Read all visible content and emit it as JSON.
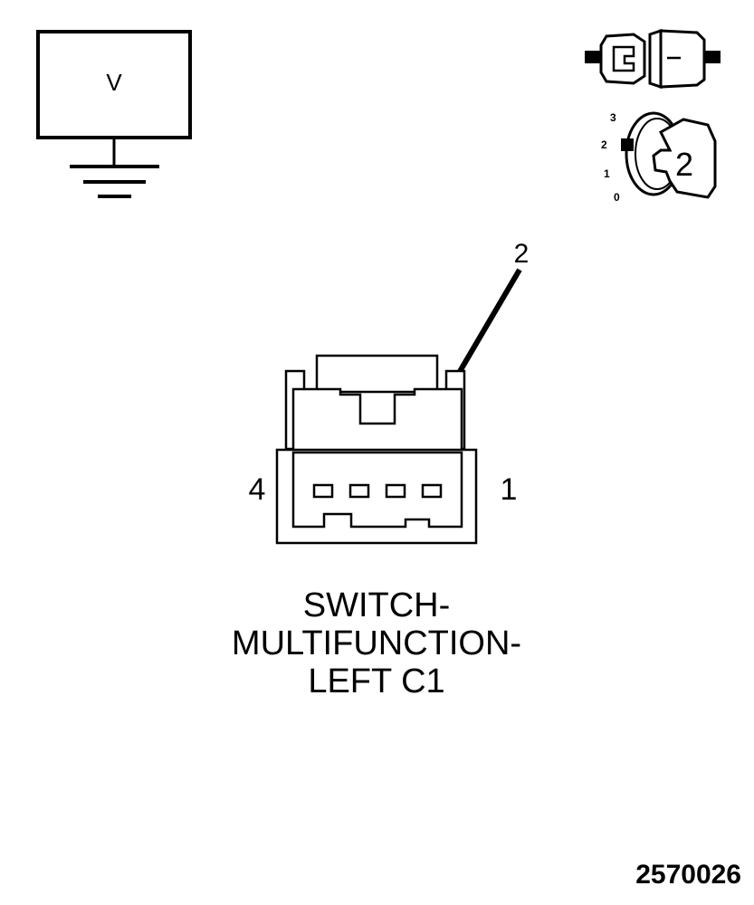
{
  "voltmeter": {
    "label": "V",
    "icon": "voltmeter-ground-icon"
  },
  "connector_icon": {
    "icon": "connector-halves-icon"
  },
  "ignition_key": {
    "icon": "ignition-key-icon",
    "positions": [
      "3",
      "2",
      "1",
      "0"
    ],
    "selected_position": "2",
    "key_label": "2"
  },
  "connector_view": {
    "icon": "connector-face-icon",
    "pin_callout": "2",
    "left_pin_label": "4",
    "right_pin_label": "1",
    "cavity_count": 4
  },
  "caption": {
    "line1": "SWITCH-",
    "line2": "MULTIFUNCTION-",
    "line3": "LEFT C1"
  },
  "figure_number": "2570026"
}
